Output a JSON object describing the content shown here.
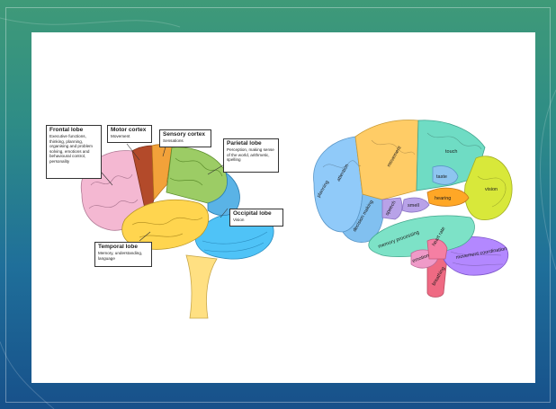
{
  "left_diagram": {
    "frontal": {
      "title": "Frontal lobe",
      "desc": "Executive functions, thinking, planning, organising and problem solving, emotions and behavioural control, personality"
    },
    "motor": {
      "title": "Motor cortex",
      "desc": "Movement"
    },
    "sensory": {
      "title": "Sensory cortex",
      "desc": "Sensations"
    },
    "parietal": {
      "title": "Parietal lobe",
      "desc": "Perception, making sense of the world, arithmetic, spelling"
    },
    "occipital": {
      "title": "Occipital lobe",
      "desc": "Vision"
    },
    "temporal": {
      "title": "Temporal lobe",
      "desc": "Memory, understanding, language"
    }
  },
  "right_diagram": {
    "labels": [
      "movement",
      "touch",
      "attention",
      "taste",
      "vision",
      "planning",
      "decision making",
      "speech",
      "hearing",
      "smell",
      "memory processing",
      "emotion",
      "heart rate",
      "breathing",
      "movement coordination"
    ]
  },
  "colors": {
    "frontal": "#f4b8d2",
    "motor": "#b34a2a",
    "sensory": "#f2a23a",
    "parietal": "#9ccc65",
    "occipital": "#5ab3e6",
    "temporal": "#ffd54f",
    "cerebellum": "#4fc3f7",
    "stem": "#ffe082"
  }
}
